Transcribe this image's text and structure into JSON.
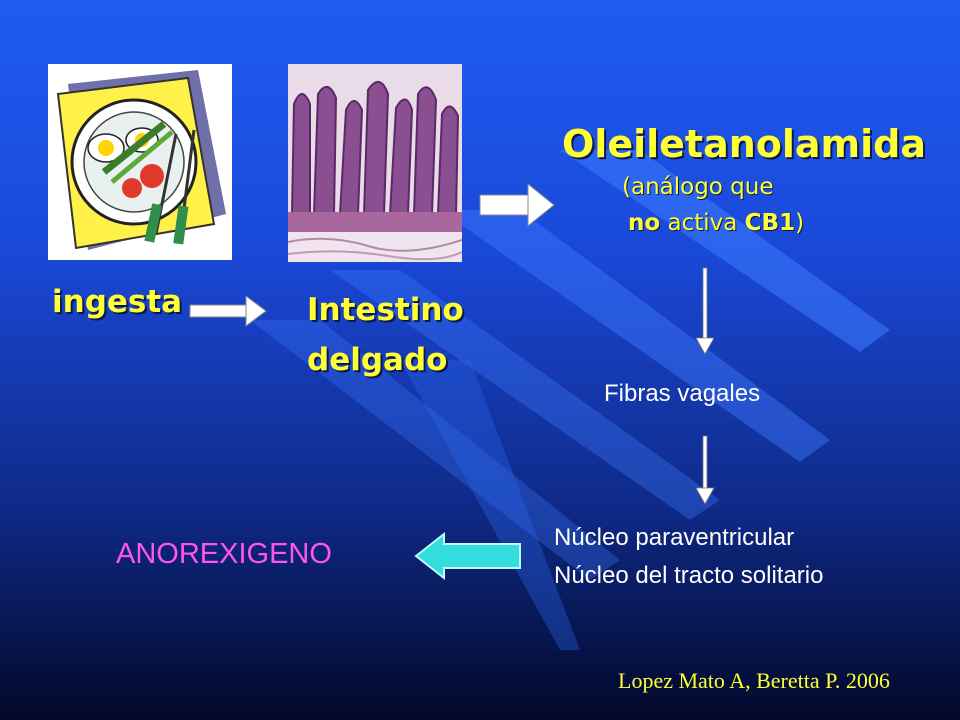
{
  "labels": {
    "ingesta": "ingesta",
    "intestino_line1": "Intestino",
    "intestino_line2": "delgado",
    "oleiletanolamida": "Oleiletanolamida",
    "analogo_line1": "(análogo que",
    "analogo_no": "no",
    "analogo_activa": " activa ",
    "analogo_cb1": "CB1",
    "analogo_close": ")",
    "fibras": "Fibras vagales",
    "nucleo_paraventricular": "Núcleo paraventricular",
    "nucleo_tracto": "Núcleo del tracto solitario",
    "anorexigeno": "ANOREXIGENO",
    "citation": "Lopez Mato A,  Beretta P. 2006"
  },
  "icons": {
    "food": "food-plate-icon",
    "tissue": "intestine-tissue-image"
  },
  "colors": {
    "label_yellow": "#ffff33",
    "anorexigeno_pink": "#ff55ee",
    "teal_arrow": "#33dddd",
    "background_top": "#1f5cf2",
    "background_bottom": "#02082a"
  }
}
